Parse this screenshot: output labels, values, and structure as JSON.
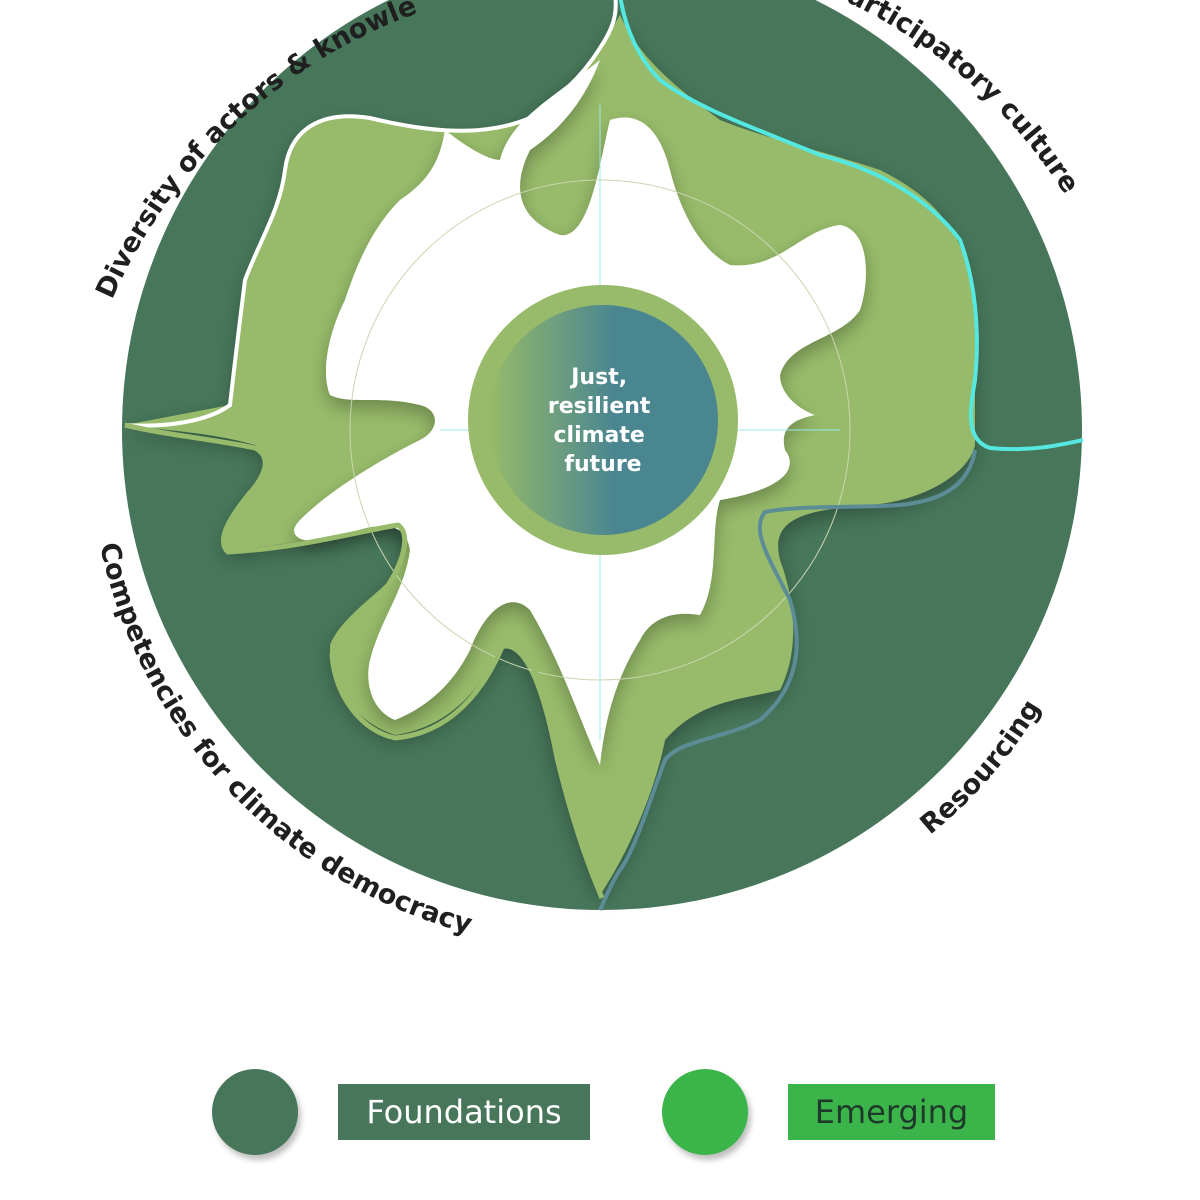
{
  "center": {
    "lines": [
      "Just,",
      "resilient",
      "climate",
      "future"
    ]
  },
  "quadrants": [
    {
      "id": "top-left",
      "label": "Diversity of actors & knowledge"
    },
    {
      "id": "top-right",
      "label": "Participatory culture"
    },
    {
      "id": "bottom-right",
      "label": "Resourcing"
    },
    {
      "id": "bottom-left",
      "label": "Competencies for climate democracy"
    }
  ],
  "legend": [
    {
      "label": "Foundations",
      "color": "#47765a",
      "text_color": "#ffffff"
    },
    {
      "label": "Emerging",
      "color": "#3bb44a",
      "text_color": "#1f3a2a"
    }
  ],
  "colors": {
    "foundations": "#47765a",
    "emerging_fill": "#97bb6a",
    "center_gradient_start": "#97bb6a",
    "center_gradient_end": "#4a8690",
    "top_right_outline": "#55e8e0",
    "bottom_right_outline": "#5c8c96"
  }
}
